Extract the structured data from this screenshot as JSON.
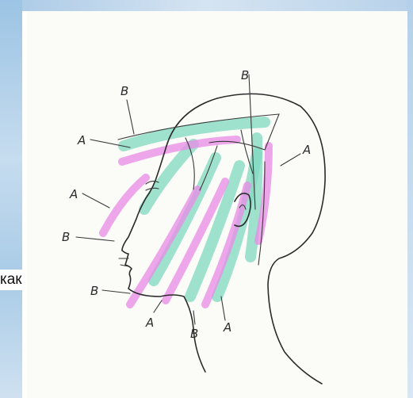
{
  "side_text": "как",
  "labels": {
    "b_top_left": "B",
    "b_top_right": "B",
    "a_upper_left": "A",
    "a_upper_right": "A",
    "a_mid_left": "A",
    "b_mid_left": "B",
    "b_lower_left": "B",
    "a_bottom_1": "A",
    "b_bottom": "B",
    "a_bottom_2": "A"
  },
  "colors": {
    "zone_b_highlight": "#7fd8bf",
    "zone_a_highlight": "#e98ae6",
    "pencil": "#2b2b2b",
    "frame_blue": "#9cc4e4"
  }
}
